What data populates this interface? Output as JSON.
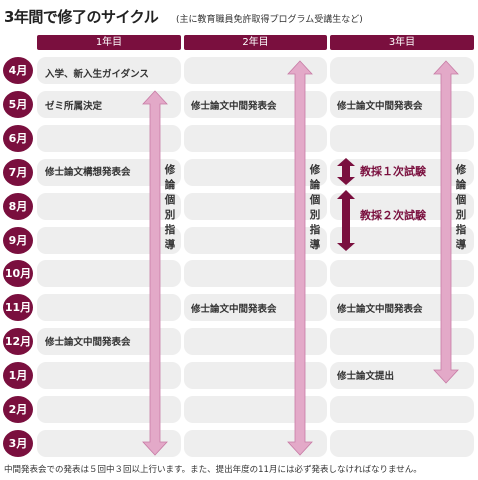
{
  "title": "3年間で修了のサイクル",
  "subtitle": "(主に教育職員免許取得プログラム受講生など)",
  "years": [
    "1年目",
    "2年目",
    "3年目"
  ],
  "months": [
    "4月",
    "5月",
    "6月",
    "7月",
    "8月",
    "9月",
    "10月",
    "11月",
    "12月",
    "1月",
    "2月",
    "3月"
  ],
  "year1": {
    "m4": "入学、新入生ガイダンス",
    "m5": "ゼミ所属決定",
    "m7": "修士論文構想発表会",
    "m12": "修士論文中間発表会"
  },
  "year2": {
    "m5": "修士論文中間発表会",
    "m11": "修士論文中間発表会"
  },
  "year3": {
    "m5": "修士論文中間発表会",
    "exam1": "教採１次試験",
    "exam2": "教採２次試験",
    "m11": "修士論文中間発表会",
    "m1": "修士論文提出"
  },
  "guidance_label": "修論個別指導",
  "footnote": "中間発表会での発表は５回中３回以上行います。また、提出年度の11月には必ず発表しなければなりません。",
  "colors": {
    "maroon": "#7a0f3e",
    "arrow_pink": "#e3a9c8",
    "cell_gray": "#eeeeee"
  }
}
